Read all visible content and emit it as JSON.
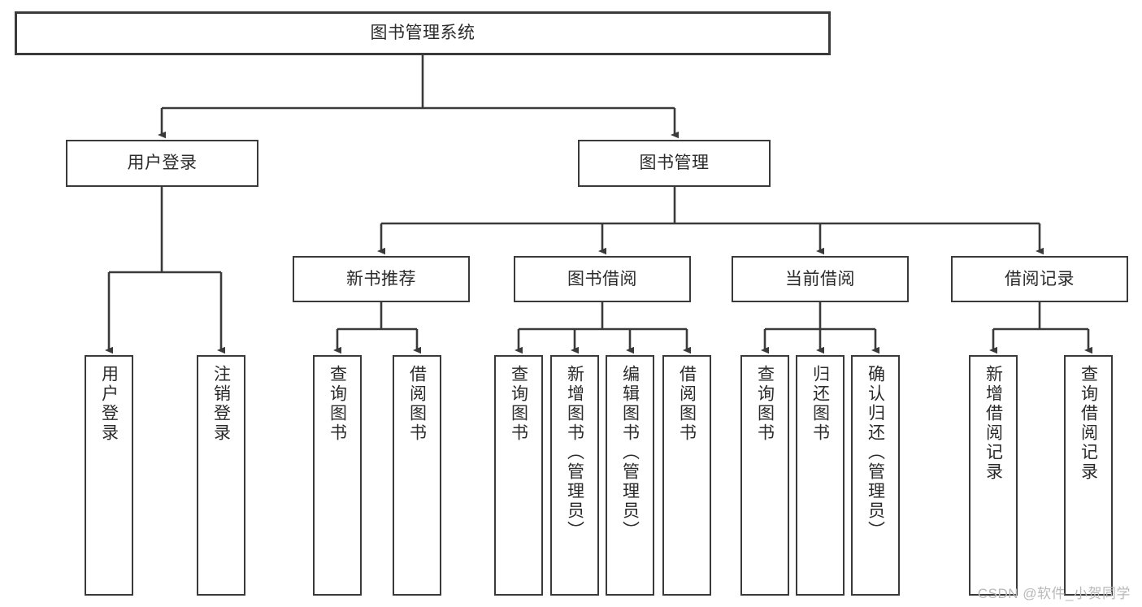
{
  "diagram": {
    "title": "图书管理系统",
    "type": "tree-hierarchy-chart",
    "colors": {
      "box_border": "#3a3a3a",
      "box_fill": "#ffffff",
      "connector": "#3a3a3a",
      "text": "#2b2b2b",
      "watermark": "#b8b8b8"
    }
  },
  "nodes": {
    "root": {
      "label": "图书管理系统"
    },
    "level2": [
      {
        "label": "用户登录"
      },
      {
        "label": "图书管理"
      }
    ],
    "level3": [
      {
        "label": "新书推荐"
      },
      {
        "label": "图书借阅"
      },
      {
        "label": "当前借阅"
      },
      {
        "label": "借阅记录"
      }
    ],
    "leaves": {
      "user_login": [
        {
          "label": "用户登录"
        },
        {
          "label": "注销登录"
        }
      ],
      "new_book_recommend": [
        {
          "label": "查询图书"
        },
        {
          "label": "借阅图书"
        }
      ],
      "book_borrow": [
        {
          "label": "查询图书"
        },
        {
          "label": "新增图书（管理员）"
        },
        {
          "label": "编辑图书（管理员）"
        },
        {
          "label": "借阅图书"
        }
      ],
      "current_borrow": [
        {
          "label": "查询图书"
        },
        {
          "label": "归还图书"
        },
        {
          "label": "确认归还（管理员）"
        }
      ],
      "borrow_record": [
        {
          "label": "新增借阅记录"
        },
        {
          "label": "查询借阅记录"
        }
      ]
    }
  },
  "watermark": {
    "text": "CSDN @软件_小贺同学"
  }
}
